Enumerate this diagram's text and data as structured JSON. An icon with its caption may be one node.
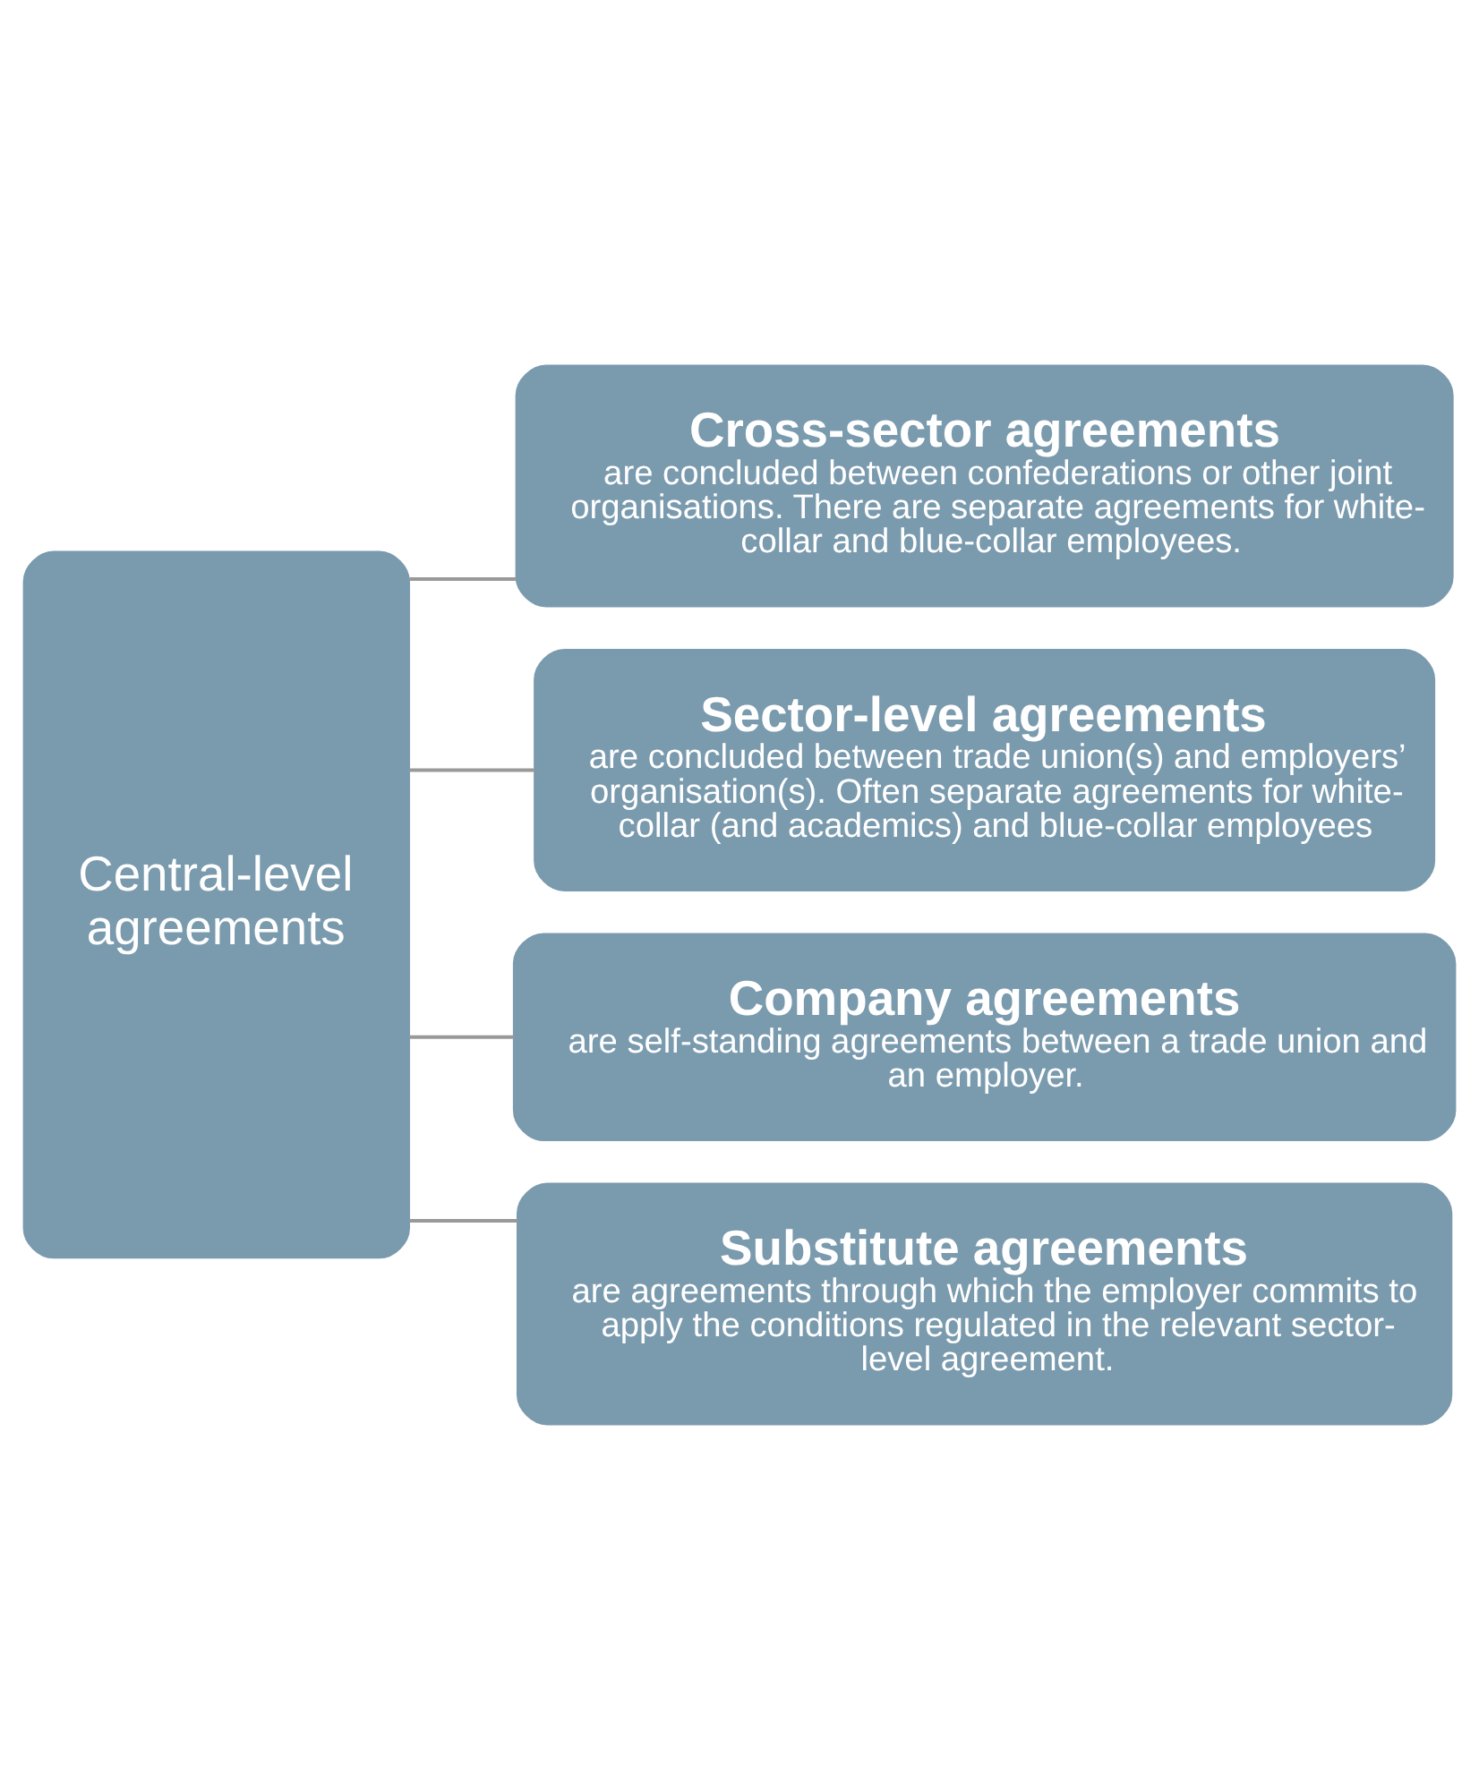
{
  "diagram": {
    "nodes": [
      {
        "text": [
          "Central-level agreements"
        ]
      },
      {
        "text": [
          "Cross-sector agreements",
          "are concluded between confederations or other joint organisations. There are separate agreements for white-collar and blue-collar employees."
        ]
      },
      {
        "text": [
          "Sector-level agreements",
          "are concluded between trade union(s) and employers’ organisation(s). Often separate agreements for white-collar (and academics) and blue-collar employees"
        ]
      },
      {
        "text": [
          "Company agreements",
          "are self-standing agreements between a trade union and  an employer."
        ]
      },
      {
        "text": [
          "Substitute agreements",
          "are agreements through which the employer commits to apply the conditions regulated in the relevant sector-level agreement."
        ]
      }
    ],
    "edges": [
      {
        "from": 0,
        "to": 1,
        "arrow": "none"
      },
      {
        "from": 0,
        "to": 2,
        "arrow": "none"
      },
      {
        "from": 0,
        "to": 3,
        "arrow": "none"
      },
      {
        "from": 0,
        "to": 4,
        "arrow": "none"
      }
    ]
  }
}
